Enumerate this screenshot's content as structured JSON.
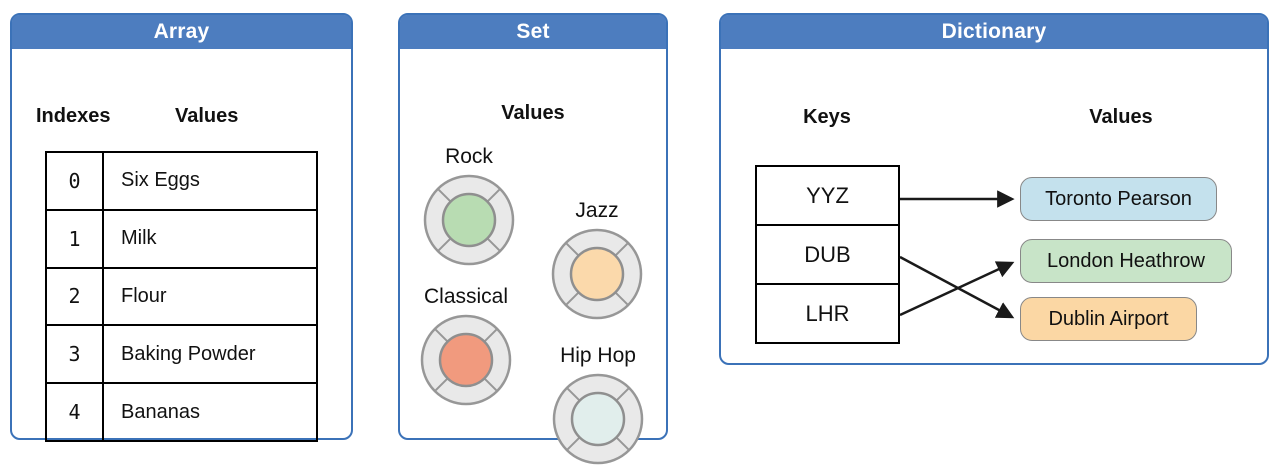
{
  "panels": {
    "array": {
      "title": "Array",
      "indexes_header": "Indexes",
      "values_header": "Values",
      "rows": [
        {
          "index": "0",
          "value": "Six Eggs"
        },
        {
          "index": "1",
          "value": "Milk"
        },
        {
          "index": "2",
          "value": "Flour"
        },
        {
          "index": "3",
          "value": "Baking Powder"
        },
        {
          "index": "4",
          "value": "Bananas"
        }
      ]
    },
    "set": {
      "title": "Set",
      "values_header": "Values",
      "items": [
        {
          "label": "Rock",
          "color": "#b8dcb2"
        },
        {
          "label": "Jazz",
          "color": "#fbd9ab"
        },
        {
          "label": "Classical",
          "color": "#f19a7e"
        },
        {
          "label": "Hip Hop",
          "color": "#e1eeec"
        }
      ]
    },
    "dictionary": {
      "title": "Dictionary",
      "keys_header": "Keys",
      "values_header": "Values",
      "keys": [
        "YYZ",
        "DUB",
        "LHR"
      ],
      "values": [
        {
          "label": "Toronto Pearson",
          "color": "#c4e1ed"
        },
        {
          "label": "London Heathrow",
          "color": "#c8e4c8"
        },
        {
          "label": "Dublin Airport",
          "color": "#fbd7a4"
        }
      ],
      "mappings": [
        {
          "key": "YYZ",
          "value": "Toronto Pearson"
        },
        {
          "key": "DUB",
          "value": "Dublin Airport"
        },
        {
          "key": "LHR",
          "value": "London Heathrow"
        }
      ]
    }
  },
  "colors": {
    "header_blue": "#4d7dbf",
    "panel_border_blue": "#3b72b8",
    "ring_gray": "#e9e9e9",
    "line_black": "#1a1a1a"
  }
}
